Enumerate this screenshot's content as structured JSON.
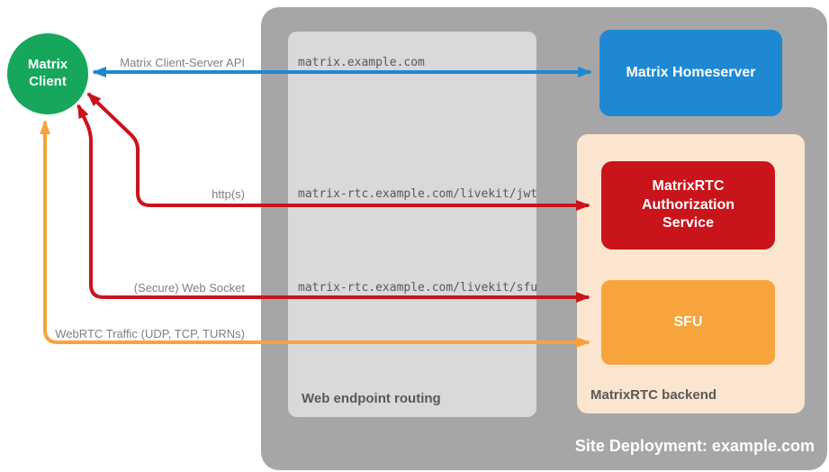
{
  "colors": {
    "client_green": "#16A75C",
    "homeserver_blue": "#1E88D2",
    "auth_service_red": "#C9141B",
    "sfu_orange": "#F7A43D",
    "backend_peach": "#FBE5CE",
    "site_gray": "#A6A6A6",
    "routing_gray": "#D9D9D9",
    "label_gray": "#7F7F7F",
    "container_label_gray": "#595959"
  },
  "nodes": {
    "client": {
      "label": "Matrix Client"
    },
    "homeserver": {
      "label": "Matrix Homeserver"
    },
    "auth_service": {
      "label": "MatrixRTC Authorization Service"
    },
    "sfu": {
      "label": "SFU"
    }
  },
  "containers": {
    "site": {
      "label": "Site Deployment: example.com"
    },
    "routing": {
      "label": "Web endpoint routing"
    },
    "backend": {
      "label": "MatrixRTC backend"
    }
  },
  "edges": {
    "cs_api": {
      "label": "Matrix Client-Server API",
      "route": "matrix.example.com"
    },
    "http": {
      "label": "http(s)",
      "route": "matrix-rtc.example.com/livekit/jwt"
    },
    "ws": {
      "label": "(Secure) Web Socket",
      "route": "matrix-rtc.example.com/livekit/sfu"
    },
    "webrtc": {
      "label": "WebRTC Traffic (UDP, TCP, TURNs)"
    }
  }
}
